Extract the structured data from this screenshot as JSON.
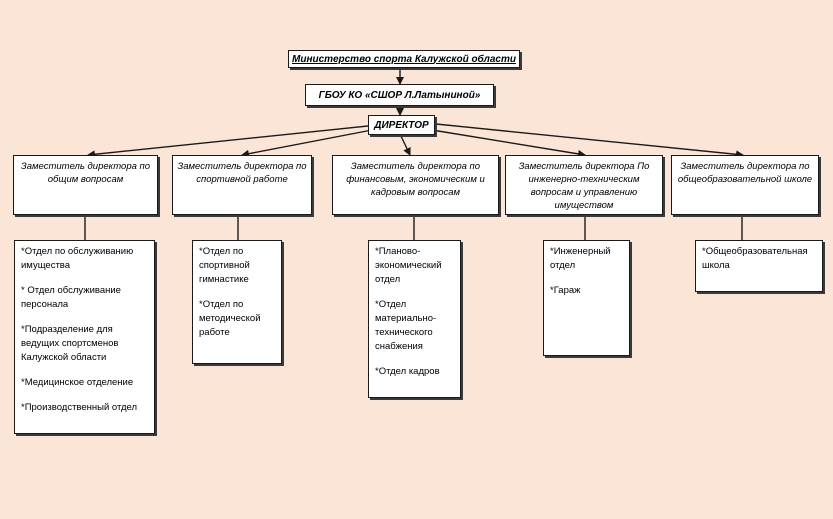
{
  "ministry": "Министерство спорта Калужской области",
  "school": "ГБОУ КО «СШОР Л.Латыниной»",
  "director": "ДИРЕКТОР",
  "deputies": [
    "Заместитель директора по общим вопросам",
    "Заместитель директора по спортивной работе",
    "Заместитель директора по финансовым, экономическим и кадровым вопросам",
    "Заместитель директора По инженерно-техническим вопросам и управлению имуществом",
    "Заместитель директора по общеобразовательной школе"
  ],
  "units": [
    [
      "*Отдел по обслуживанию имущества",
      "* Отдел обслуживание персонала",
      "*Подразделение для ведущих спортсменов Калужской области",
      "*Медицинское отделение",
      "*Производственный отдел"
    ],
    [
      "*Отдел по спортивной гимнастике",
      "*Отдел по методической работе"
    ],
    [
      "*Планово-экономический отдел",
      "*Отдел материально-технического снабжения",
      "*Отдел кадров"
    ],
    [
      "*Инженерный отдел",
      "*Гараж"
    ],
    [
      "*Общеобразовательная школа"
    ]
  ]
}
